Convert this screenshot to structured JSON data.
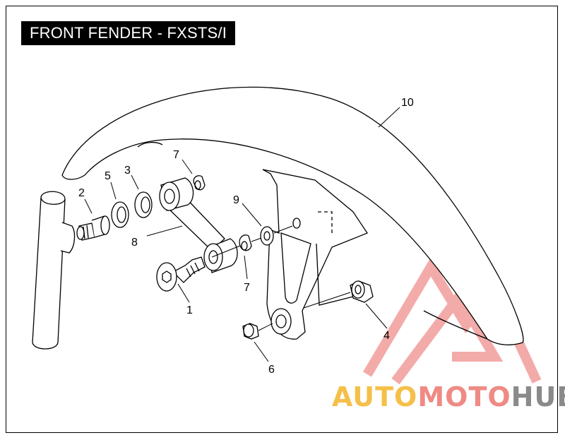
{
  "title": "FRONT FENDER - FXSTS/I",
  "callouts": {
    "c1": "1",
    "c2": "2",
    "c3": "3",
    "c4": "4",
    "c5": "5",
    "c6": "6",
    "c7a": "7",
    "c7b": "7",
    "c8": "8",
    "c9": "9",
    "c10": "10"
  },
  "watermark": {
    "part1": "AUTO",
    "part2": "MOTO",
    "part3": "HUB",
    "colors": {
      "auto": "#f5c04a",
      "moto": "#ef8a84",
      "hub": "#8a8a8a"
    }
  }
}
